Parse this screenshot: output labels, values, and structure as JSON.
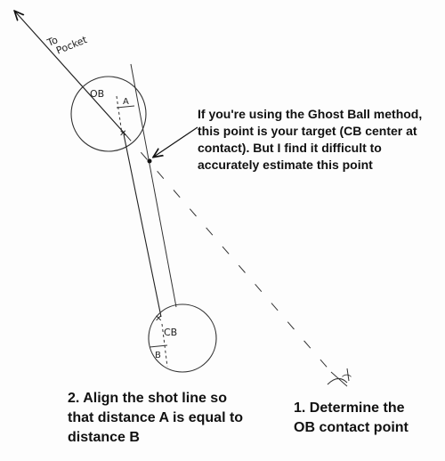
{
  "diagram": {
    "labels": {
      "to_pocket": "To Pocket",
      "object_ball": "OB",
      "cue_ball": "CB",
      "distance_a": "A",
      "distance_b": "B"
    },
    "notes": {
      "ghost_ball": [
        "If you're using the Ghost Ball method,",
        "this point is your target (CB center at",
        "contact). But I find it difficult to",
        "accurately estimate this point"
      ],
      "align": [
        "2. Align the shot line so",
        "that distance A is equal to",
        "distance B"
      ],
      "contact": [
        "1. Determine the",
        "OB contact point"
      ]
    }
  }
}
